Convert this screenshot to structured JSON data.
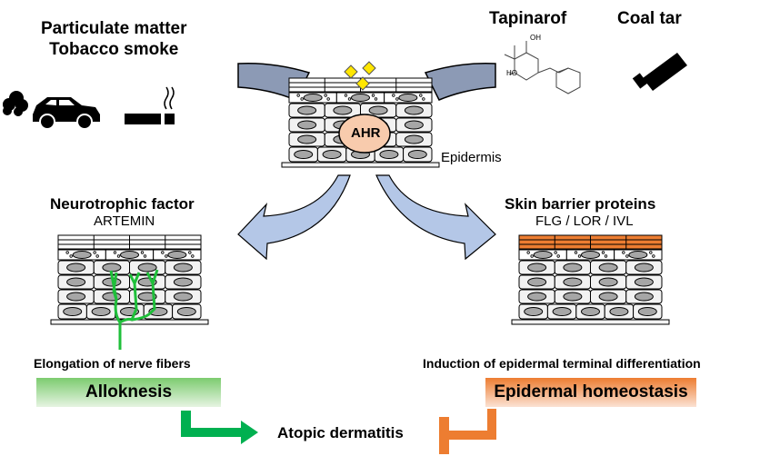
{
  "title_left": {
    "line1": "Particulate matter",
    "line2": "Tobacco smoke"
  },
  "title_tapinarof": "Tapinarof",
  "title_coal_tar": "Coal tar",
  "chem": {
    "oh_top": "OH",
    "ho_left": "HO"
  },
  "center": {
    "ahr_label": "AHR",
    "epidermis_label": "Epidermis"
  },
  "left_branch": {
    "heading": "Neurotrophic factor",
    "subheading": "ARTEMIN",
    "effect": "Elongation of nerve fibers",
    "outcome": "Alloknesis"
  },
  "right_branch": {
    "heading": "Skin barrier proteins",
    "subheading": "FLG / LOR / IVL",
    "effect": "Induction of epidermal terminal differentiation",
    "outcome": "Epidermal homeostasis"
  },
  "disease": "Atopic dermatitis",
  "colors": {
    "arrow_top": "#8c9ab5",
    "arrow_down": "#b4c7e7",
    "nerve_green": "#1fbf3a",
    "promote_green": "#00b050",
    "inhibit_orange": "#ed7d31",
    "cornified_orange": "#ed7d31",
    "ahr_fill": "#f8cbad",
    "ligand_yellow": "#ffe600",
    "cell_fill": "#f2f2f2",
    "nucleus_fill": "#a6a6a6"
  }
}
